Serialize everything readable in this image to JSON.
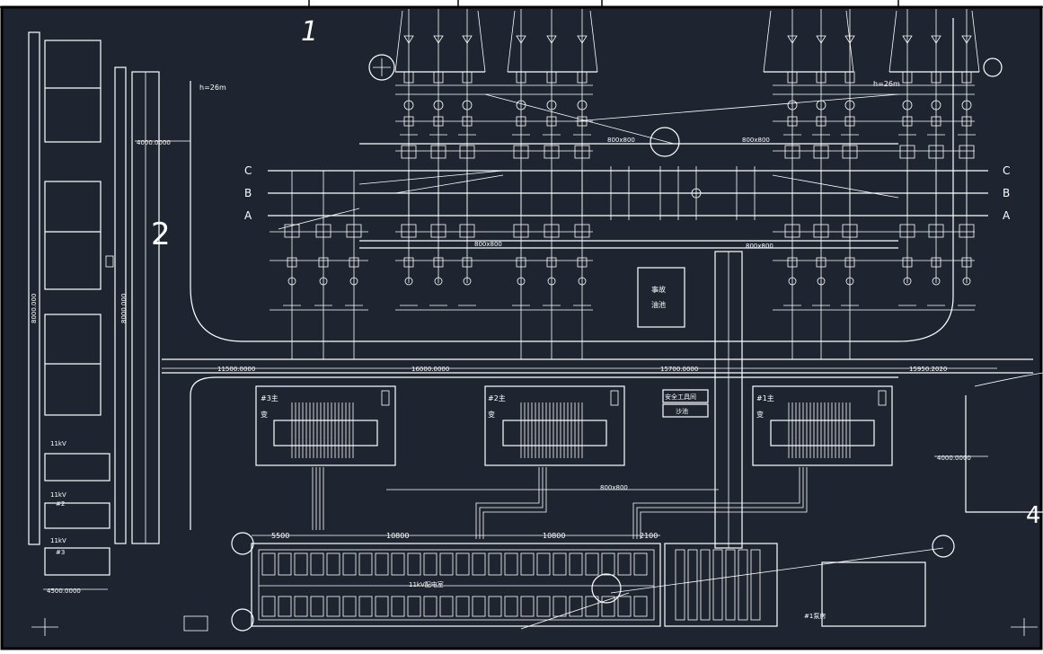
{
  "colors": {
    "background": "#1e2530",
    "line": "#ffffff",
    "frame": "#000000",
    "paper": "#ffffff"
  },
  "markers": {
    "one": "1",
    "two": "2",
    "four": "4"
  },
  "phases": {
    "c": "C",
    "b": "B",
    "a": "A"
  },
  "heights": {
    "left": "h=26m",
    "right": "h=26m"
  },
  "dimensions": {
    "d1": "11500.0000",
    "d2": "16000.0000",
    "d3": "15700.0000",
    "d4": "15950.2020",
    "d5": "4000.0000",
    "d6": "4000.0000",
    "d7": "4500.0000",
    "d8": "5500",
    "d9": "10800",
    "d10": "10800",
    "d11": "2100",
    "d12": "8000.000",
    "d13": "8000.000",
    "d14": "800x800",
    "d15": "800x800",
    "d16": "800x800",
    "d17": "800x800",
    "d18": "800x800"
  },
  "transformers": {
    "t3": "#3主",
    "t2": "#2主",
    "t1": "#1主",
    "suffix": "变"
  },
  "labels": {
    "kv_11": "11kV",
    "kv_11_b": "11kV",
    "kv_11_c": "11kV",
    "hash2": "#2",
    "hash3": "#3",
    "switchroom": "11kV配电室",
    "tools": "安全工具间",
    "tools2": "沙池",
    "oil1": "事故",
    "oil2": "油池",
    "room": "#1泵房"
  }
}
